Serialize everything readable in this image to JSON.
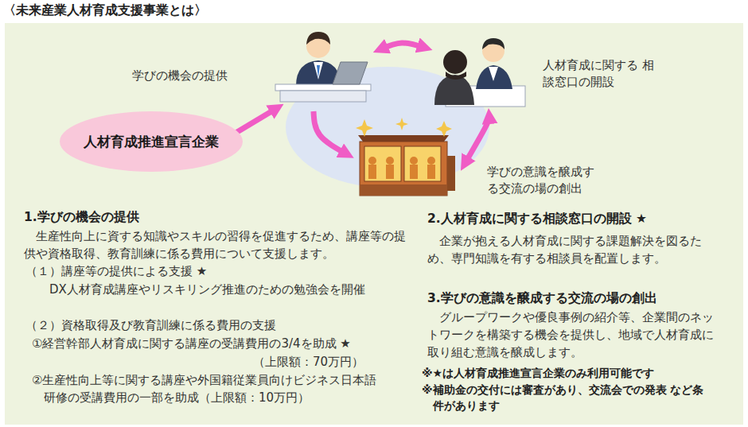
{
  "diagram": {
    "title": "〈未来産業人材育成支援事業とは〉",
    "nodes": [
      {
        "text": [
          "人材育成推進宣言企業"
        ]
      },
      {
        "text": [
          "学びの機会の提供"
        ]
      },
      {
        "text": [
          "人材育成に関する 相談窓口の開設"
        ]
      },
      {
        "text": [
          "学びの意識を醸成す る交流の場の創出"
        ]
      }
    ],
    "edges": [
      {
        "from": 0,
        "to": 1,
        "arrow": "to"
      },
      {
        "from": 1,
        "to": 2,
        "arrow": "both"
      },
      {
        "from": 1,
        "to": 3,
        "arrow": "to"
      },
      {
        "from": 2,
        "to": 3,
        "arrow": "both"
      }
    ],
    "labels": [
      "1.学びの機会の提供",
      "生産性向上に資する知識やスキルの習得を促進するため、講座等の提供や資格取得、教育訓練に係る費用について支援します。",
      "（１）講座等の提供による支援 ★",
      "DX人材育成講座やリスキリング推進のための勉強会を開催",
      "（２）資格取得及び教育訓練に係る費用の支援",
      "①経営幹部人材育成に関する講座の受講費用の3/4を助成 ★",
      "（上限額：70万円）",
      "②生産性向上等に関する講座や外国籍従業員向けビジネス日本語研修の受講費用の一部を助成（上限額：10万円）",
      "2.人材育成に関する相談窓口の開設 ★",
      "企業が抱える人材育成に関する課題解決を図るため、専門知識を有する相談員を配置します。",
      "3.学びの意識を醸成する交流の場の創出",
      "グループワークや優良事例の紹介等、企業間のネットワークを構築する機会を提供し、地域で人材育成に取り組む意識を醸成します。",
      "※★は人材育成推進宣言企業のみ利用可能です",
      "※補助金の交付には審査があり、交流会での発表 など条件があります"
    ]
  }
}
